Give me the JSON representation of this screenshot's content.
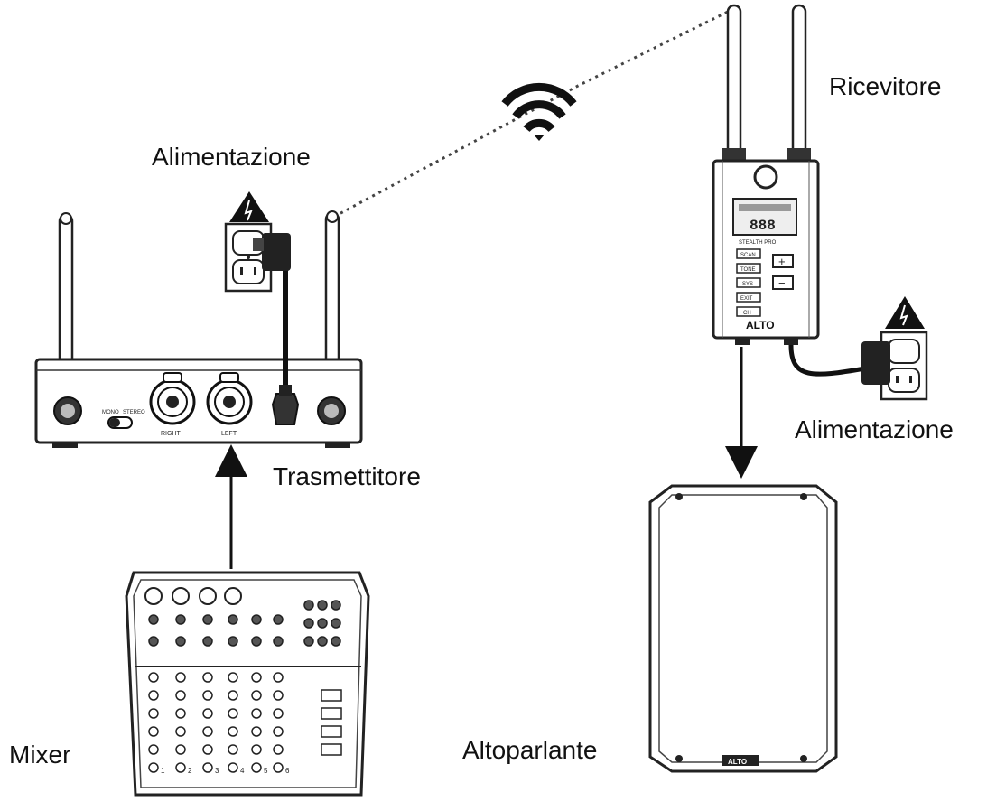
{
  "labels": {
    "power_left": "Alimentazione",
    "receiver": "Ricevitore",
    "transmitter": "Trasmettitore",
    "power_right": "Alimentazione",
    "speaker": "Altoparlante",
    "mixer": "Mixer"
  },
  "transmitter": {
    "jack_right": "RIGHT",
    "jack_left": "LEFT",
    "switch_a": "MONO",
    "switch_b": "STEREO"
  },
  "receiver": {
    "display_digits": "888",
    "model_text": "STEALTH PRO",
    "brand": "ALTO",
    "buttons": [
      "SCAN",
      "TONE",
      "SYS",
      "EXIT",
      "CH"
    ],
    "plus": "+",
    "minus": "−"
  },
  "mixer": {
    "channels": [
      "1",
      "2",
      "3",
      "4",
      "5",
      "6"
    ]
  },
  "speaker": {
    "brand": "ALTO"
  }
}
